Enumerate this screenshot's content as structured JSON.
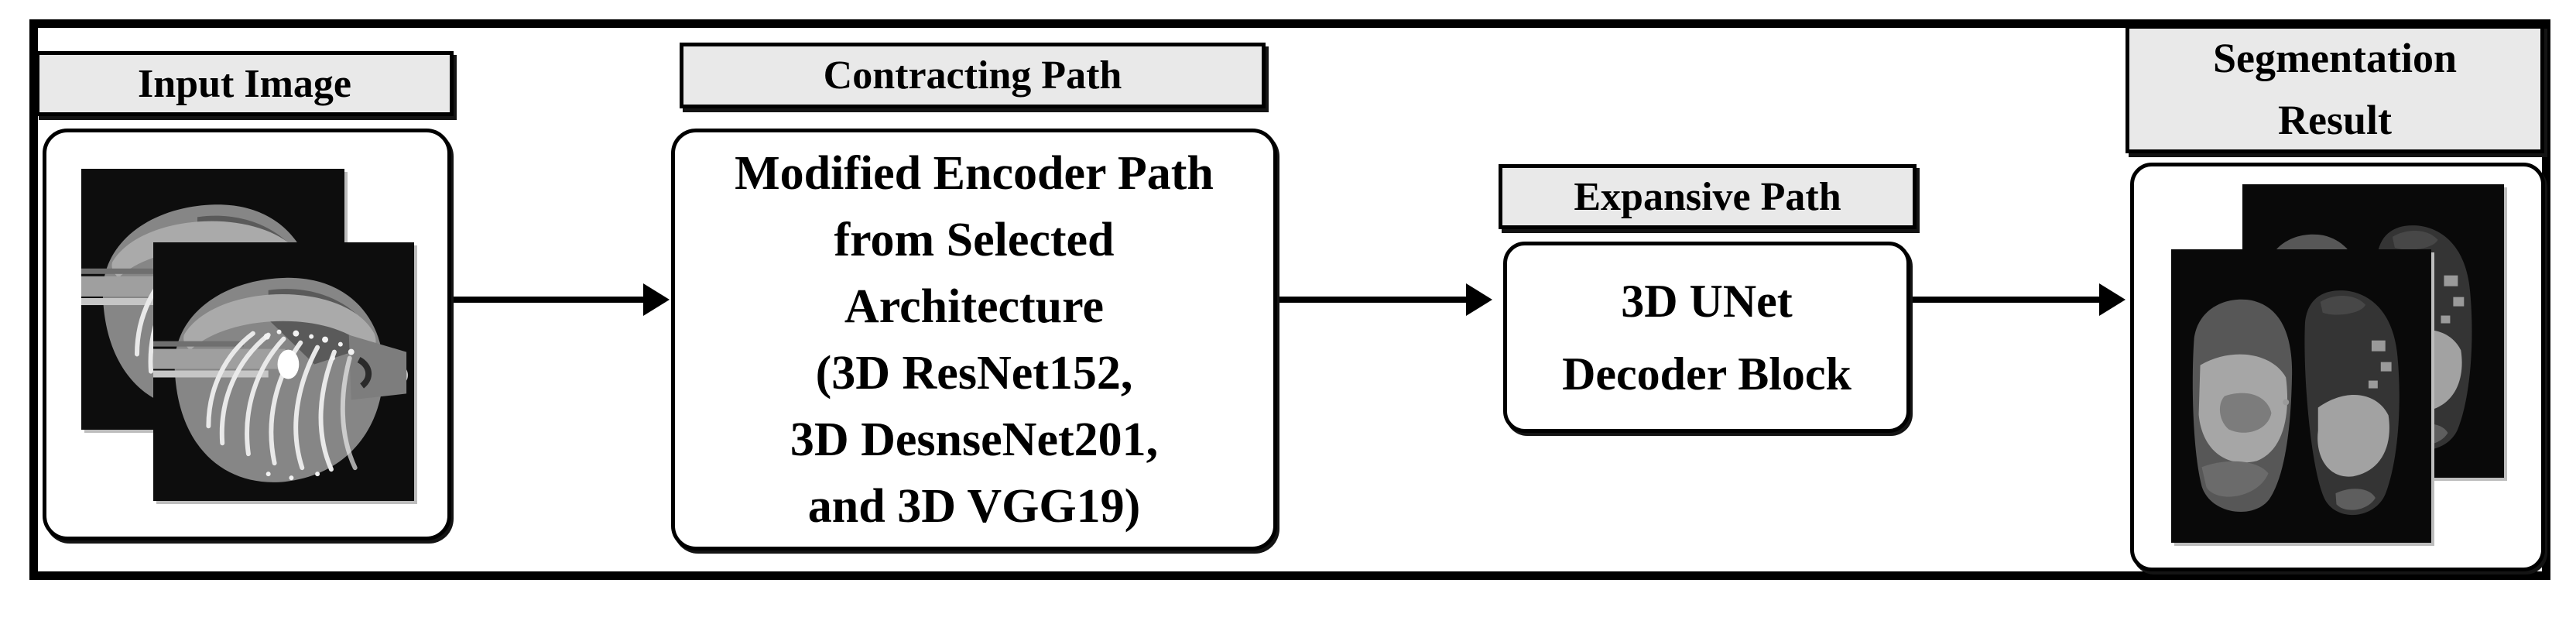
{
  "figure": {
    "input": {
      "label": "Input Image"
    },
    "contracting": {
      "label": "Contracting Path",
      "lines": [
        "Modified Encoder Path",
        "from Selected",
        "Architecture",
        "(3D ResNet152,",
        "3D DesnseNet201,",
        "and 3D VGG19)"
      ]
    },
    "expansive": {
      "label": "Expansive Path",
      "lines": [
        "3D UNet",
        "Decoder Block"
      ]
    },
    "segmentation": {
      "label_lines": [
        "Segmentation",
        "Result"
      ]
    }
  },
  "colors": {
    "background": "#ffffff",
    "frame_border": "#000000",
    "label_fill": "#e9e9e9",
    "label_border": "#000000",
    "box_fill": "#ffffff",
    "arrow": "#000000",
    "text": "#000000",
    "scan_background": "#0d0d0d",
    "lung_base_gray": "#4a4a4a",
    "lesion_light_gray": "#a6a6a6",
    "ct_body_gray": "#8b8b8b",
    "rib_highlight": "#e9e9e9"
  }
}
